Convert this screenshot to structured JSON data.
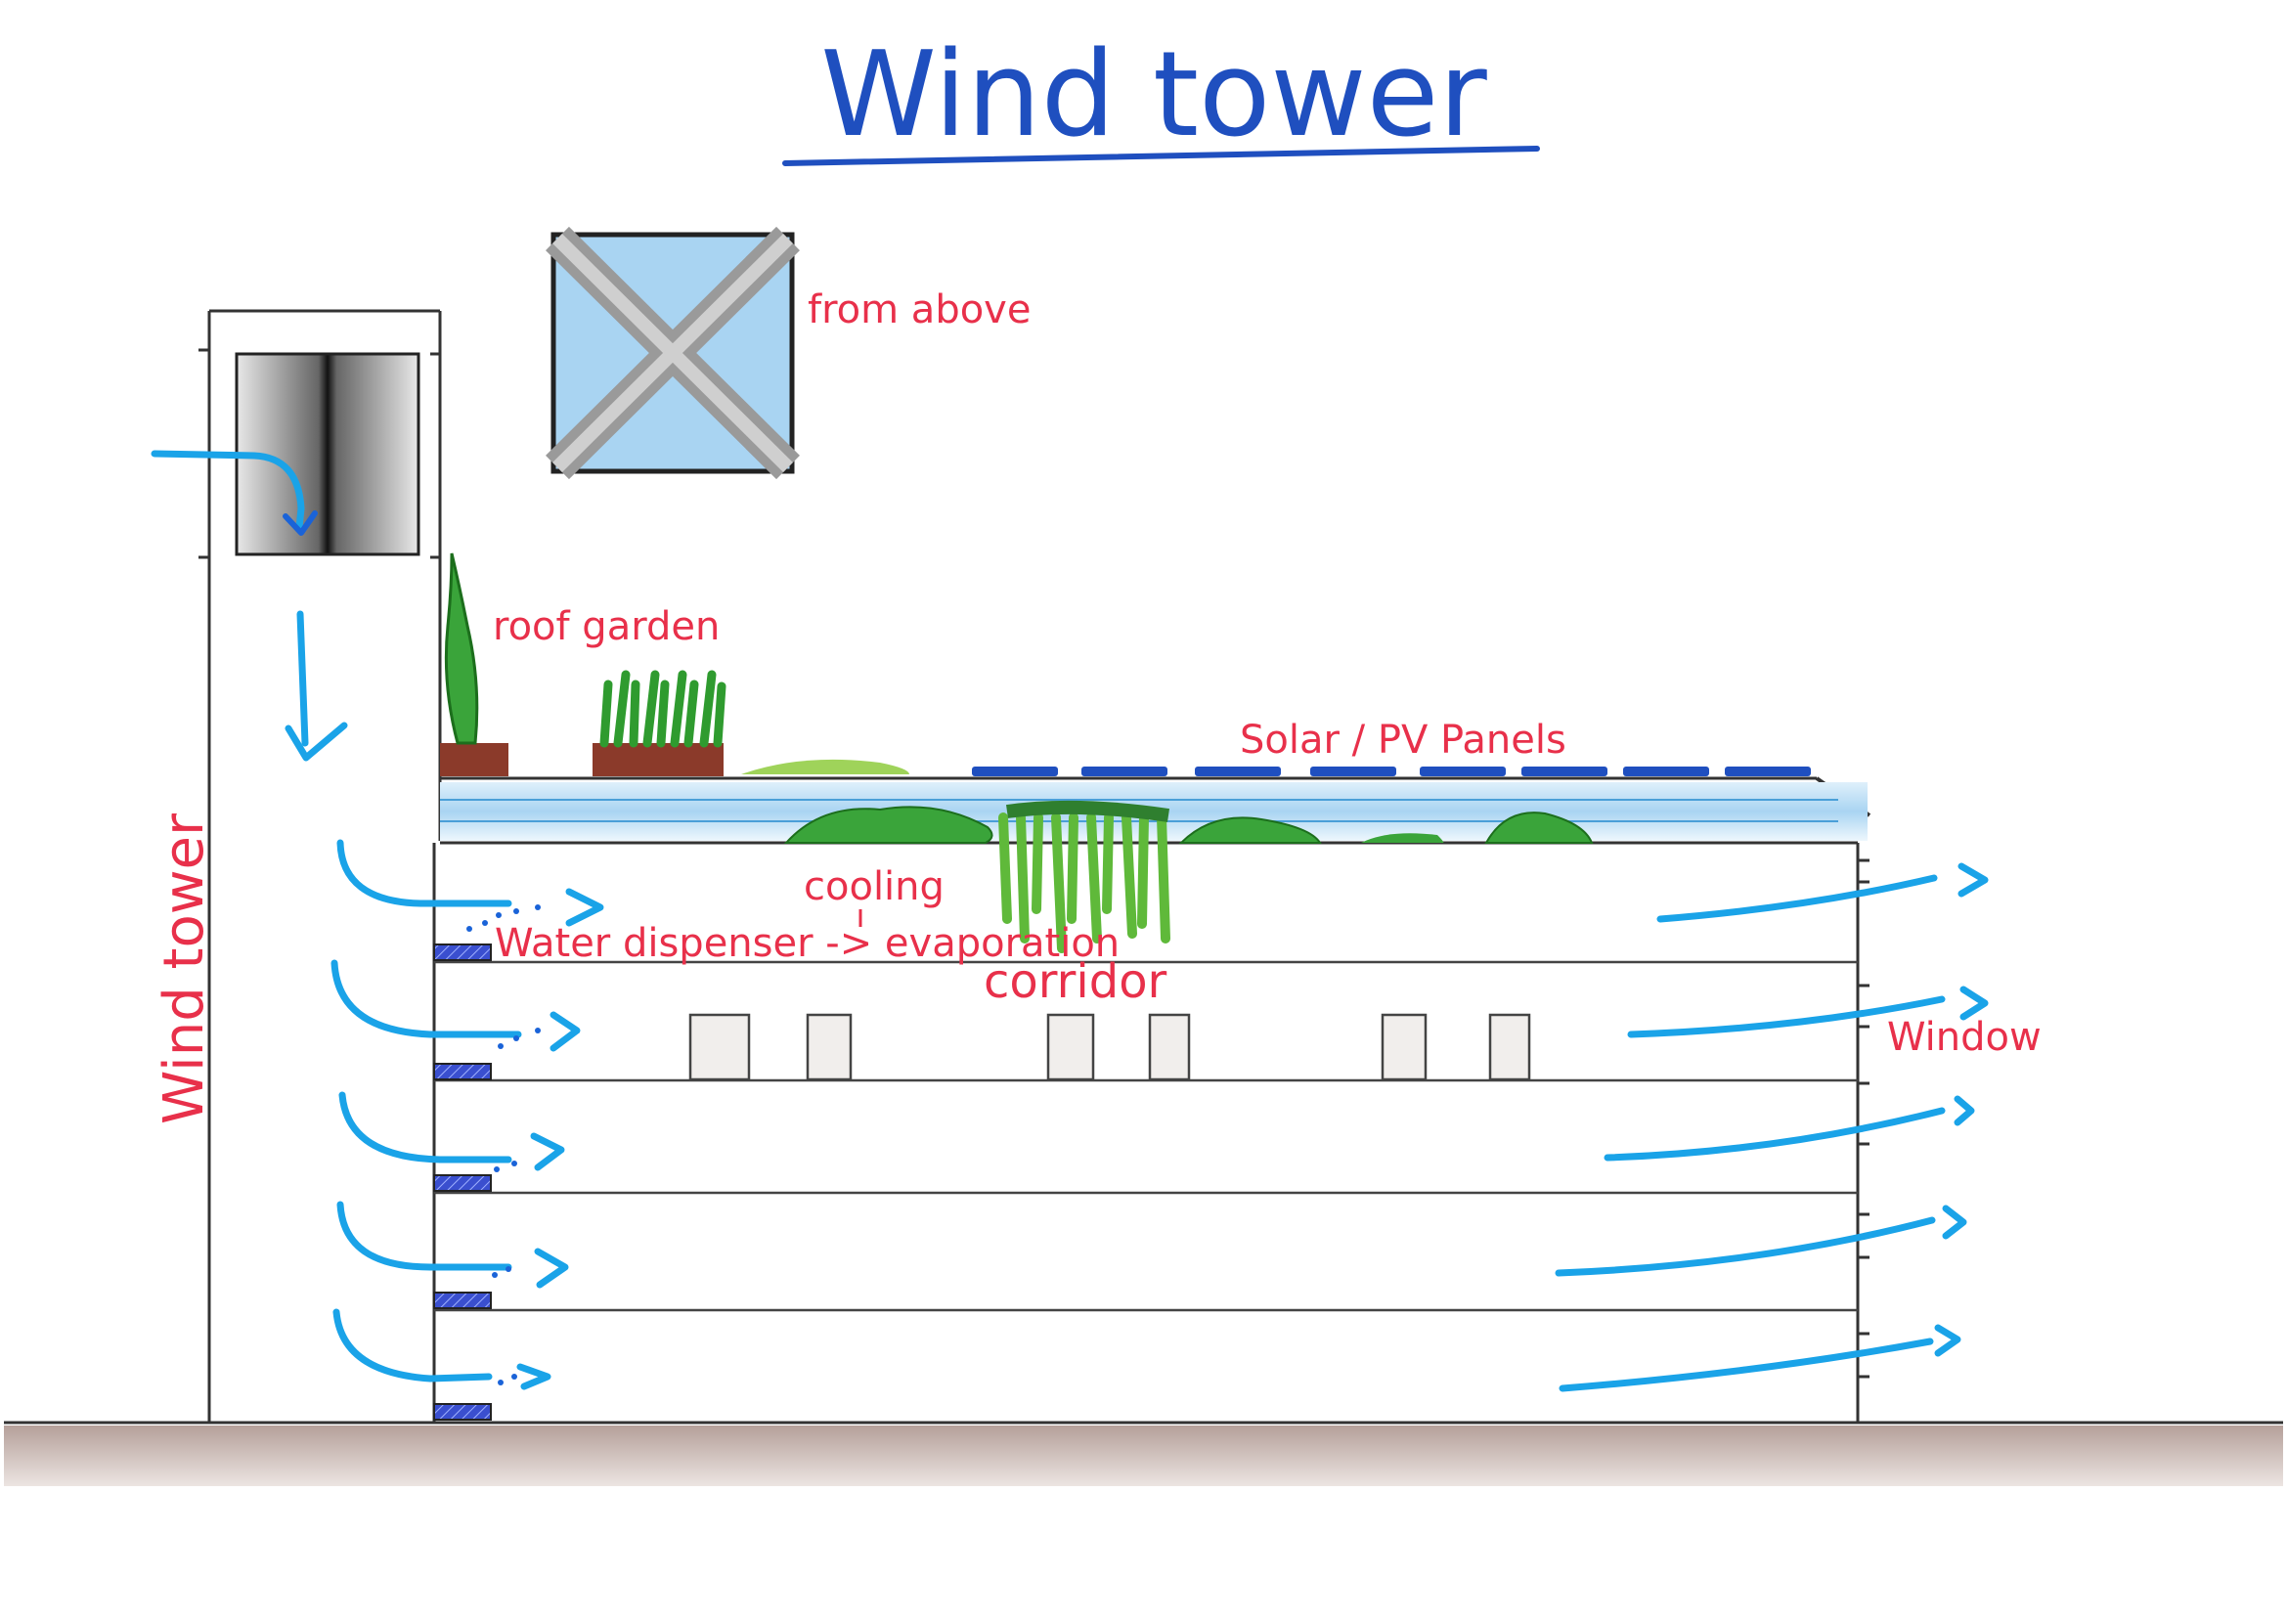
{
  "title": "Wind tower",
  "labels": {
    "from_above": "from above",
    "roof_garden": "roof garden",
    "solar_panels": "Solar / PV Panels",
    "cooling": "cooling",
    "water_dispenser": "Water dispenser -> evaporation",
    "corridor": "corridor",
    "window": "Window",
    "wind_tower_side": "Wind tower"
  },
  "colors": {
    "title_blue": "#1f4fbf",
    "annotation_red": "#e8304a",
    "airflow_blue": "#1aa3e8",
    "plant_green": "#3aa43a",
    "ground_brown": "#a38a80"
  },
  "floors": 5
}
